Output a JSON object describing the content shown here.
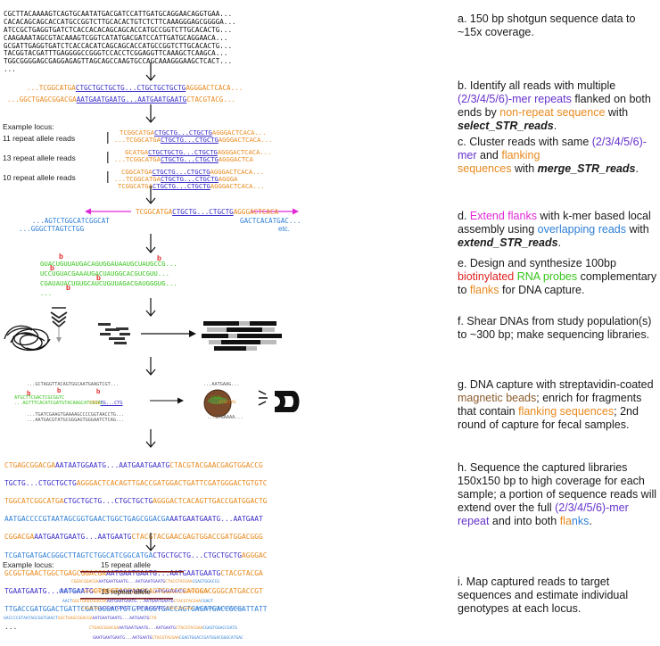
{
  "raw_reads": [
    "CGCTTACAAAAGTCAGTGCAATATGACGATCCATTGATGCAGGAACAGGTGAA...",
    "CACACAGCAGCACCATGCCGGTCTTGCACACTGTCTCTTCAAAGGGAGCGGGGA...",
    "ATCCGCTGAGGTGATCTCACCACACAGCAGCACCATGCCGGTCTTGCACACTG...",
    "CAAGAAATAGCGTACAAAGTCGGTCATATGACGATCCATTGATGCAGGAACA...",
    "GCGATTGAGGTGATCTCACCACATCAGCAGCACCATGCCGGTCTTGCACACTG...",
    "TACGGTACGATTTGAGGGGCCGGGTCCACCTCGGAGGTTCAAAGCTCAAGCA...",
    "TGGCGGGGAGCGAGGAGAGTTAGCAGCCAAGTGCCAGCAAAGGGAAGCTCACT..."
  ],
  "ellipsis": "...",
  "step_b_reads": [
    {
      "left": "...TCGGCATGA",
      "repeat": "CTGCTGCTGCTG...CTGCTGCTGCTG",
      "right": "AGGGACTCACA..."
    },
    {
      "left": "...GGCTGAGCGGACGA",
      "repeat": "AATGAATGAATG...AATGAATGAATG",
      "right": "CTACGTACG..."
    }
  ],
  "example_locus_label": "Example locus:",
  "cluster_groups": [
    {
      "label": "11 repeat allele reads",
      "reads": [
        {
          "left": "TCGGCATGA",
          "repeat": "CTGCTG...CTGCTG",
          "right": "AGGGACTCACA..."
        },
        {
          "left": "...TCGGCATGA",
          "repeat": "CTGCTG...CTGCTG",
          "right": "AGGGACTCACA..."
        }
      ]
    },
    {
      "label": "13 repeat allele reads",
      "reads": [
        {
          "left": "GCATGA",
          "repeat": "CTGCTGCTG...CTGCTG",
          "right": "AGGGACTCACA..."
        },
        {
          "left": "...TCGGCATGA",
          "repeat": "CTGCTG...CTGCTG",
          "right": "AGGGACTCA"
        }
      ]
    },
    {
      "label": "10 repeat allele reads",
      "reads": [
        {
          "left": "CGGCATGA",
          "repeat": "CTGCTG...CTGCTG",
          "right": "AGGGACTCACA..."
        },
        {
          "left": "...TCGGCATGA",
          "repeat": "CTGCTG...CTGCTG",
          "right": "AGGGA"
        },
        {
          "left": "TCGGCATGA",
          "repeat": "CTGCTG...CTGCTG",
          "right": "AGGGACTCACA..."
        }
      ]
    }
  ],
  "step_d": {
    "center": {
      "left": "TCGGCATGA",
      "repeat": "CTGCTG...CTGCTG",
      "right": "AGGGACTCACA"
    },
    "blue_left_1": "...AGTCTGGCATCGGCAT",
    "blue_left_2": "...GGGCTTAGTCTGG",
    "blue_right": "GACTCACATGAC...",
    "etc": "etc."
  },
  "probes": [
    "GUACUGUUAUGACAGUGGAUAAUGCUAUGCCG...",
    "UCCUGUACGAAAUGACUAUGGCACGUCGUU...",
    "CGAUAUACUGUGCAUCUGUUAGACGAUGGGUG...",
    "..."
  ],
  "biotin_mark": "b",
  "capture_seqs": {
    "top": "...GCTAGGTTACAGTGGCAATGAAGTCGT...",
    "g1": "ATGCTTCGACTCGCGGTC",
    "g2": "...AGTTTCACATCGATGTACAAGCATGGTAC",
    "bot1": "...TGATCGAAGTGAAAAGCCCCGGTAACCTG...",
    "bot2": "...AATGACGTATGCGGGAGTGGGAATCTCAG...",
    "bead_top": "...AATGAAG...",
    "bead_in1": "CAAG...",
    "bead_in2": "...ATGCTAG",
    "bead_bot": "...GTGAAAA..."
  },
  "captured_reads": [
    [
      "CTGAGCGGACGA",
      "AATAATGGAATG...AATGAATGAATG",
      "CTACGTACGAACGAGTGGACCG"
    ],
    [
      "TGCTG...CTGCTGCTG",
      "AGGGACTCACAGTTGACCGATGGACTGATTCGATGGGACTGTGTC",
      ""
    ],
    [
      "TGGCATCGGCATGA",
      "CTGCTGCTG...CTGCTGCTG",
      "AGGGACTCACAGTTGACCGATGGACTG"
    ],
    [
      "AATGACCCCGTAATAGCGGTGAACTGGCTGAGCGGACGA",
      "AATGAATGAATG...AATGAAT",
      ""
    ],
    [
      "CGGACGA",
      "AATGAATGAATG...AATGAATG",
      "CTACGTACGAACGAGTGGACCGATGGACGGG"
    ],
    [
      "TCGATGATGACGGGCTTAGTCTGGCATCGGCATGA",
      "CTGCTGCTG...CTGCTGCTG",
      "AGGGAC"
    ],
    [
      "GCGGTGAACTGGCTGAGCGGACGA",
      "AATGAATGAATG...AATGAATGAATG",
      "CTACGTACGA"
    ],
    [
      "TGAATGAATG...AATGAATG",
      "CTACGTACGAACGAGTGGACCGATGGACGGGCATGACCGT",
      ""
    ],
    [
      "TTGACCGATGGACTGATTCGATGGGACTGTGTCAGGTGACCAGTGAGATGACCGCGATTATT",
      "",
      ""
    ]
  ],
  "bottom_locus_label": "Example locus:",
  "allele15": "15 repeat allele",
  "allele13": "13 repeat allele",
  "steps": {
    "a": "a. 150 bp shotgun sequence data to ~15x coverage.",
    "b_pre": "b. Identify all reads with multiple ",
    "b_mer": "(2/3/4/5/6)-mer repeats",
    "b_mid": " flanked on both ends by ",
    "b_nonrep": "non-repeat sequence",
    "b_post": " with ",
    "b_tool": "select_STR_reads",
    "b_end": ".",
    "c_pre": "c. Cluster reads with same ",
    "c_mer": "(2/3/4/5/6)-mer",
    "c_and": " and ",
    "c_flank": "flanking",
    "c_seq": " sequences",
    "c_with": " with ",
    "c_tool": "merge_STR_reads",
    "c_end": ".",
    "d_pre": "d. ",
    "d_ext": "Extend flanks",
    "d_mid": "  with k-mer based local assembly using ",
    "d_over": "overlapping reads",
    "d_with": " with ",
    "d_tool": "extend_STR_reads",
    "d_end": ".",
    "e_pre": "e. Design and synthesize 100bp ",
    "e_bio": "biotinylated",
    "e_sp": " ",
    "e_rna": "RNA probes",
    "e_mid": " complementary to ",
    "e_fl": "flanks",
    "e_end": " for DNA capture.",
    "f": "f. Shear DNAs from study population(s) to ~300 bp; make sequencing libraries.",
    "g_pre": "g. DNA capture with streptavidin-coated ",
    "g_mag": "magnetic beads",
    "g_mid": "; enrich for fragments that contain ",
    "g_fl": "flanking sequences",
    "g_end": "; 2nd round of capture for fecal samples.",
    "h_pre": "h. Sequence the captured libraries 150x150 bp to high coverage for each sample; a portion of sequence reads will extend over the full ",
    "h_mer": "(2/3/4/5/6)-mer repeat",
    "h_mid": " and into both ",
    "h_fl1": "fla",
    "h_fl2": "nks",
    "h_end": ".",
    "i": "i. Map captured reads to target sequences and estimate individual genotypes at each locus."
  },
  "colors": {
    "orange": "#e8891d",
    "purple": "#3b2fc7",
    "blue": "#2f7fd6",
    "green": "#38c51d",
    "red": "#e02020",
    "magenta": "#e028d8",
    "brown": "#8b5a2b"
  }
}
